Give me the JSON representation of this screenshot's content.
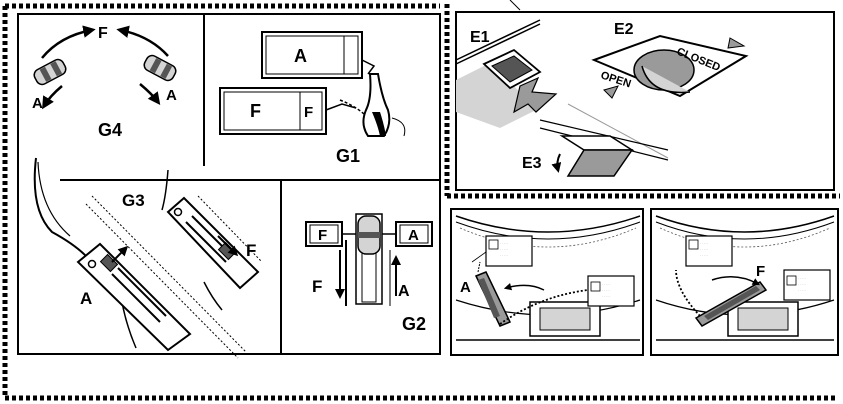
{
  "colors": {
    "ink": "#000000",
    "paper": "#ffffff",
    "mid_gray": "#9a9a9a",
    "light_gray": "#d4d4d4",
    "dark_gray": "#555555"
  },
  "labels": {
    "g4": "G4",
    "g1": "G1",
    "g3": "G3",
    "g2": "G2",
    "e1": "E1",
    "e2": "E2",
    "e3": "E3",
    "a": "A",
    "f": "F",
    "open": "OPEN",
    "closed": "CLOSED"
  },
  "icons": [
    "car-icon",
    "curved-arrow-icon",
    "control-lever-icon",
    "slider-icon",
    "vent-flap-icon",
    "dial-icon"
  ]
}
